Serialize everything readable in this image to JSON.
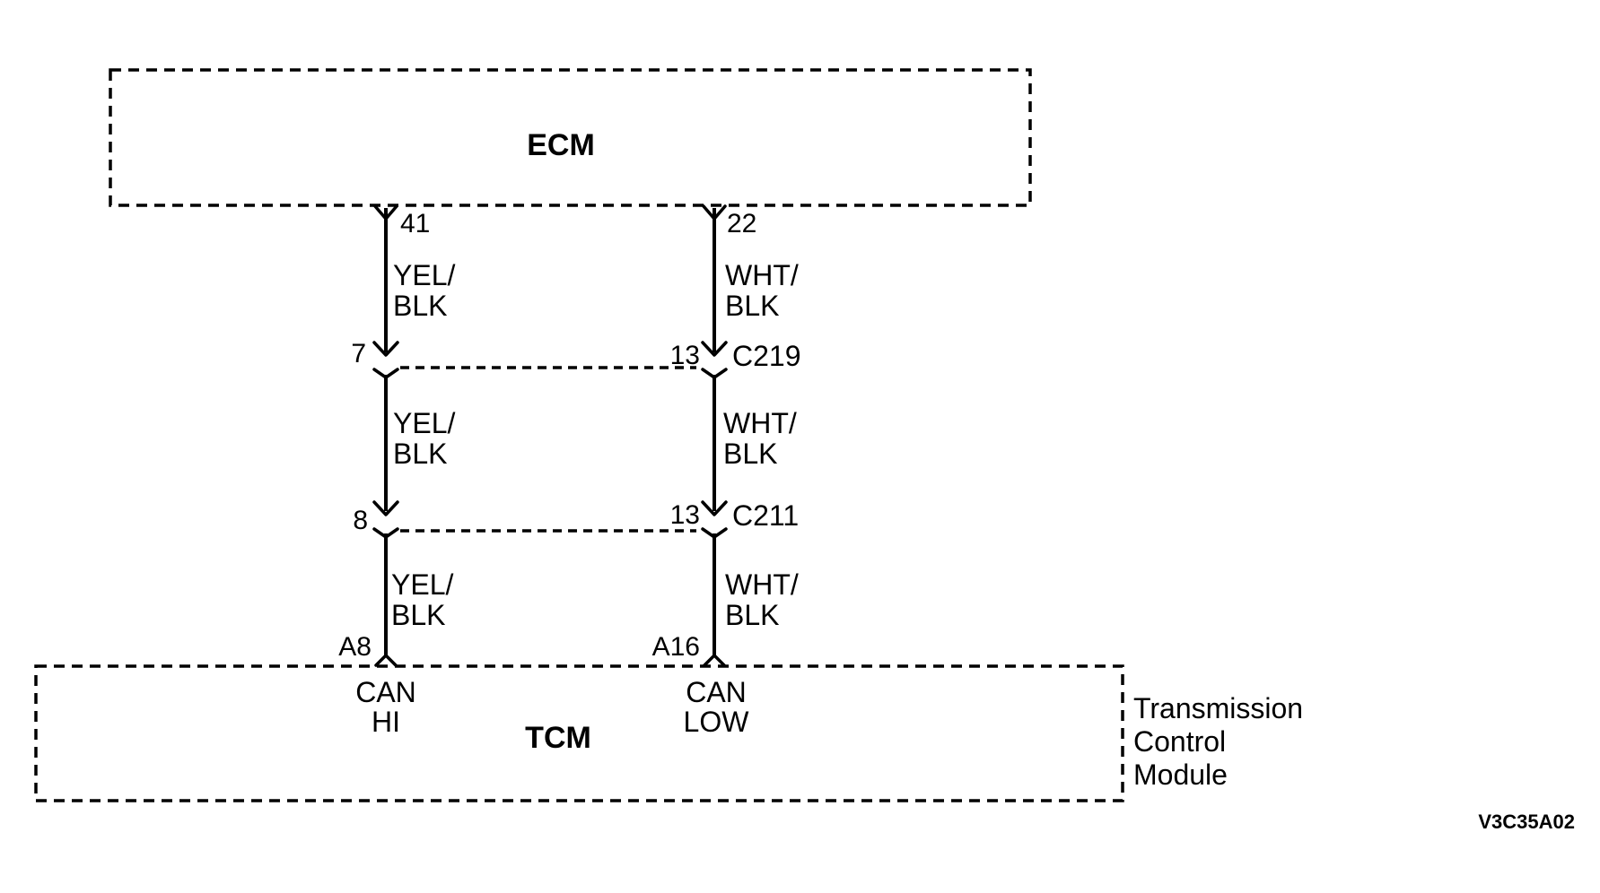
{
  "modules": {
    "top": {
      "name": "ECM"
    },
    "bottom": {
      "name": "TCM",
      "description_lines": [
        "Transmission",
        "Control",
        "Module"
      ]
    }
  },
  "circuits": [
    {
      "id": "can-hi",
      "ecm_pin": "41",
      "segments": [
        {
          "color_lines": [
            "YEL/",
            "BLK"
          ]
        },
        {
          "color_lines": [
            "YEL/",
            "BLK"
          ]
        },
        {
          "color_lines": [
            "YEL/",
            "BLK"
          ]
        }
      ],
      "connector_pins": [
        "7",
        "8"
      ],
      "tcm_pin": "A8",
      "function_lines": [
        "CAN",
        "HI"
      ]
    },
    {
      "id": "can-low",
      "ecm_pin": "22",
      "segments": [
        {
          "color_lines": [
            "WHT/",
            "BLK"
          ]
        },
        {
          "color_lines": [
            "WHT/",
            "BLK"
          ]
        },
        {
          "color_lines": [
            "WHT/",
            "BLK"
          ]
        }
      ],
      "connector_pins": [
        "13",
        "13"
      ],
      "tcm_pin": "A16",
      "function_lines": [
        "CAN",
        "LOW"
      ]
    }
  ],
  "connectors": [
    "C219",
    "C211"
  ],
  "figure_code": "V3C35A02"
}
